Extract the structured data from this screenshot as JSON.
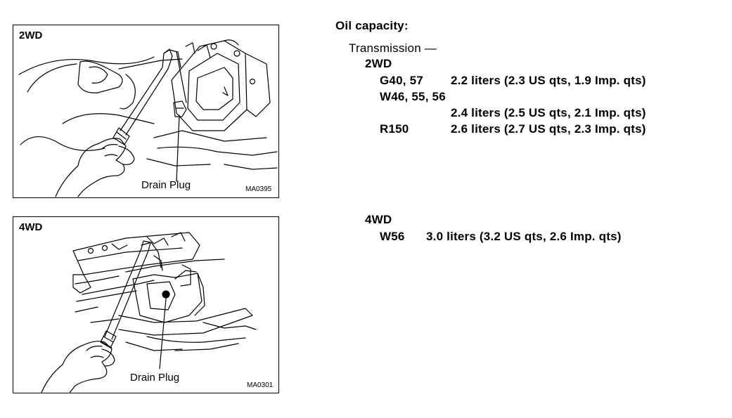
{
  "figures": {
    "fig2wd": {
      "tag": "2WD",
      "callout": "Drain Plug",
      "code": "MA0395"
    },
    "fig4wd": {
      "tag": "4WD",
      "callout": "Drain Plug",
      "code": "MA0301"
    }
  },
  "spec": {
    "heading": "Oil capacity:",
    "transmission_label": "Transmission —",
    "two_wd": {
      "label": "2WD",
      "rows": [
        {
          "model": "G40, 57",
          "capacity": "2.2 liters (2.3 US qts, 1.9 Imp. qts)"
        },
        {
          "model": "W46, 55, 56",
          "capacity": "2.4 liters (2.5 US qts, 2.1 Imp. qts)"
        },
        {
          "model": "R150",
          "capacity": "2.6 liters (2.7 US qts, 2.3 Imp. qts)"
        }
      ]
    },
    "four_wd": {
      "label": "4WD",
      "rows": [
        {
          "model": "W56",
          "capacity": "3.0 liters (3.2 US qts, 2.6 Imp. qts)"
        }
      ]
    }
  }
}
